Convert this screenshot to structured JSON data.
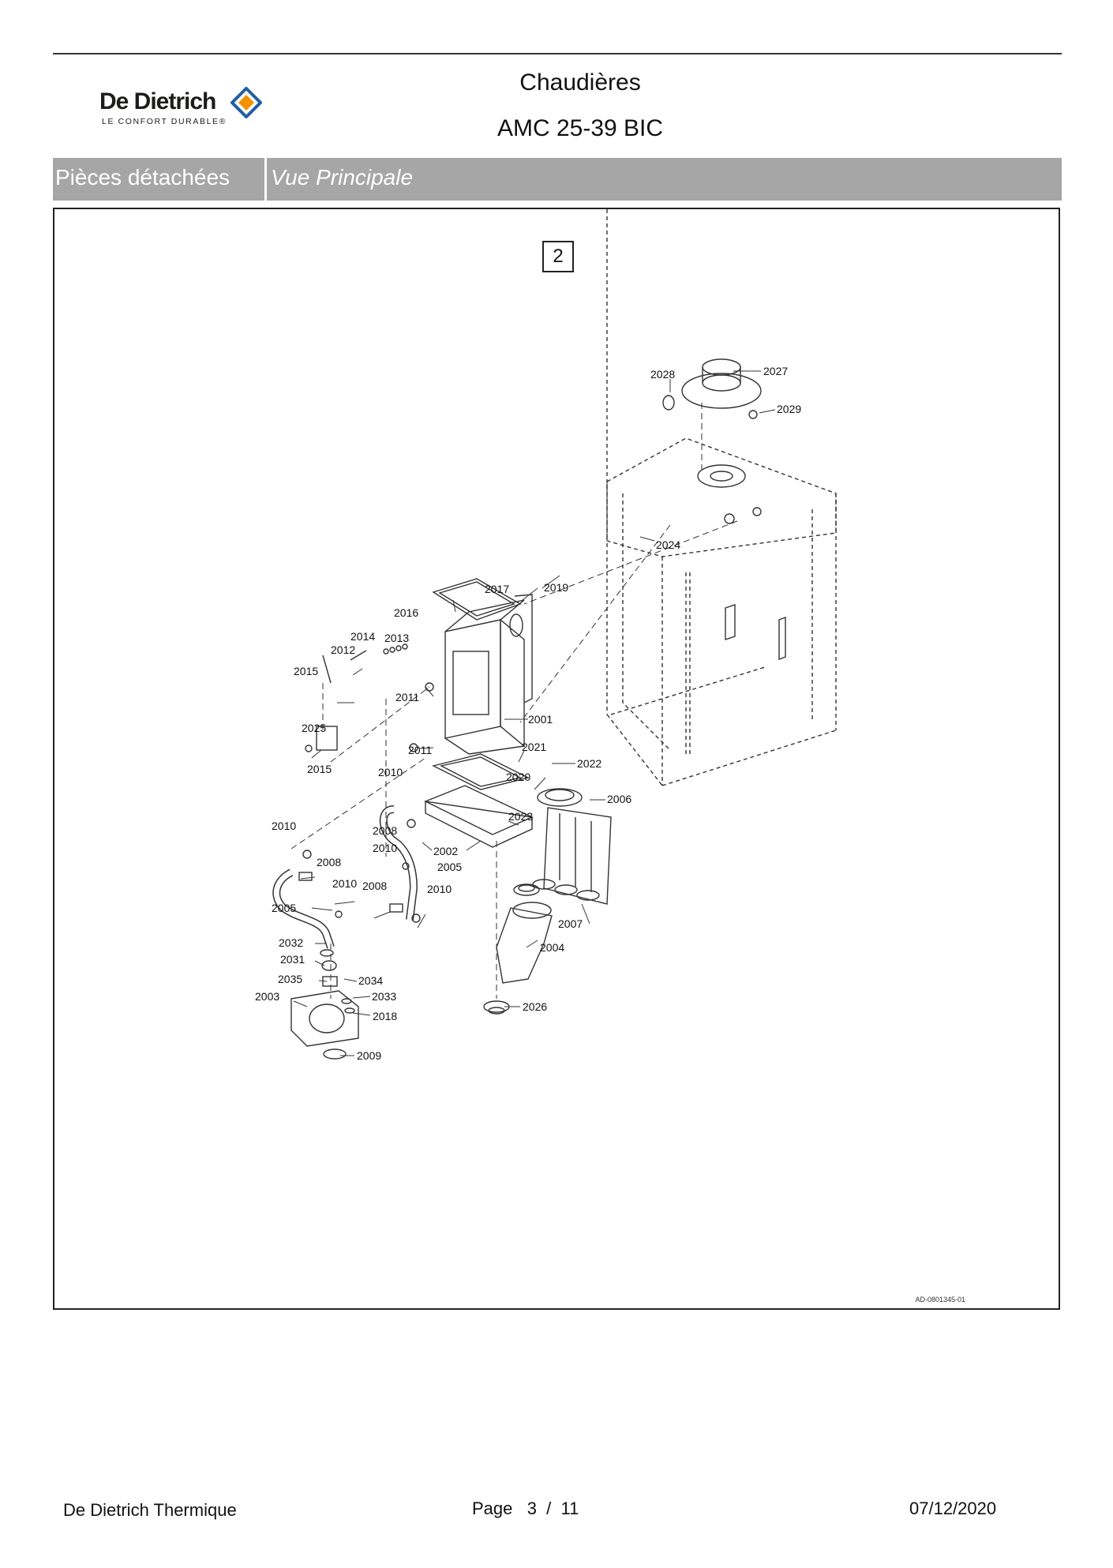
{
  "header": {
    "brand_name": "De Dietrich",
    "brand_tagline": "LE CONFORT DURABLE®",
    "title_line1": "Chaudières",
    "title_line2": "AMC 25-39 BIC"
  },
  "section_bar": {
    "left_label": "Pièces détachées",
    "right_label": "Vue Principale"
  },
  "diagram": {
    "box_number": "2",
    "reference_code": "AD-0801345-01",
    "part_labels": [
      "2028",
      "2027",
      "2029",
      "2024",
      "2017",
      "2019",
      "2016",
      "2014",
      "2013",
      "2012",
      "2015",
      "2011",
      "2025",
      "2001",
      "2011",
      "2021",
      "2022",
      "2015",
      "2010",
      "2020",
      "2006",
      "2023",
      "2010",
      "2008",
      "2010",
      "2002",
      "2008",
      "2005",
      "2010",
      "2008",
      "2010",
      "2005",
      "2007",
      "2032",
      "2004",
      "2031",
      "2035",
      "2034",
      "2003",
      "2033",
      "2018",
      "2026",
      "2009"
    ]
  },
  "footer": {
    "company": "De Dietrich Thermique",
    "page_text": "Page   3  /  11",
    "date": "07/12/2020"
  },
  "colors": {
    "bar_background": "#a6a6a6",
    "logo_orange": "#f39200",
    "logo_blue": "#1f5fa8",
    "text_dark": "#111111"
  }
}
